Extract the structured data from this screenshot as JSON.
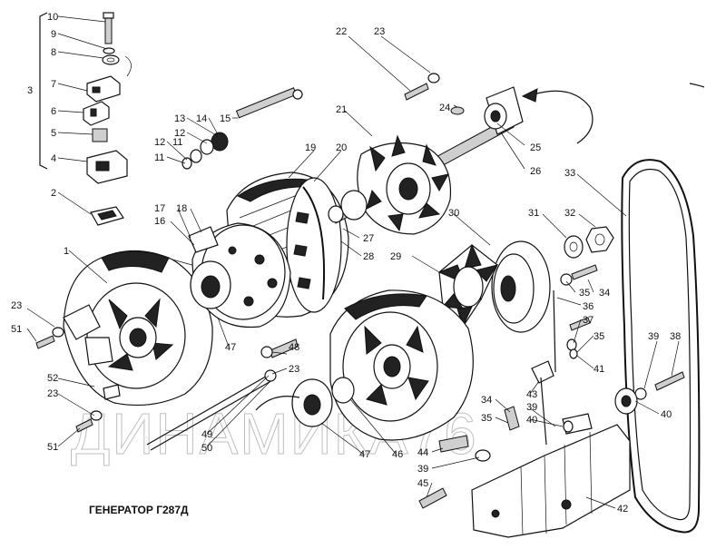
{
  "title": "ГЕНЕРАТОР Г287Д",
  "watermark": "ДИНАМИКА76",
  "callouts": [
    {
      "id": "c10",
      "text": "10"
    },
    {
      "id": "c9",
      "text": "9"
    },
    {
      "id": "c8",
      "text": "8"
    },
    {
      "id": "c3",
      "text": "3"
    },
    {
      "id": "c7",
      "text": "7"
    },
    {
      "id": "c6",
      "text": "6"
    },
    {
      "id": "c5",
      "text": "5"
    },
    {
      "id": "c4",
      "text": "4"
    },
    {
      "id": "c2",
      "text": "2"
    },
    {
      "id": "c1",
      "text": "1"
    },
    {
      "id": "c23a",
      "text": "23"
    },
    {
      "id": "c51a",
      "text": "51"
    },
    {
      "id": "c52",
      "text": "52"
    },
    {
      "id": "c23b",
      "text": "23"
    },
    {
      "id": "c51b",
      "text": "51"
    },
    {
      "id": "c13",
      "text": "13"
    },
    {
      "id": "c14",
      "text": "14"
    },
    {
      "id": "c15",
      "text": "15"
    },
    {
      "id": "c12a",
      "text": "12"
    },
    {
      "id": "c12b",
      "text": "12"
    },
    {
      "id": "c11a",
      "text": "11"
    },
    {
      "id": "c11b",
      "text": "11"
    },
    {
      "id": "c17",
      "text": "17"
    },
    {
      "id": "c18",
      "text": "18"
    },
    {
      "id": "c16",
      "text": "16"
    },
    {
      "id": "c19",
      "text": "19"
    },
    {
      "id": "c20",
      "text": "20"
    },
    {
      "id": "c21",
      "text": "21"
    },
    {
      "id": "c22",
      "text": "22"
    },
    {
      "id": "c23c",
      "text": "23"
    },
    {
      "id": "c24",
      "text": "24"
    },
    {
      "id": "c25",
      "text": "25"
    },
    {
      "id": "c26",
      "text": "26"
    },
    {
      "id": "c27",
      "text": "27"
    },
    {
      "id": "c28",
      "text": "28"
    },
    {
      "id": "c29",
      "text": "29"
    },
    {
      "id": "c30",
      "text": "30"
    },
    {
      "id": "c31",
      "text": "31"
    },
    {
      "id": "c32",
      "text": "32"
    },
    {
      "id": "c33",
      "text": "33"
    },
    {
      "id": "c35a",
      "text": "35"
    },
    {
      "id": "c34a",
      "text": "34"
    },
    {
      "id": "c36",
      "text": "36"
    },
    {
      "id": "c37",
      "text": "37"
    },
    {
      "id": "c35b",
      "text": "35"
    },
    {
      "id": "c41",
      "text": "41"
    },
    {
      "id": "c39a",
      "text": "39"
    },
    {
      "id": "c38",
      "text": "38"
    },
    {
      "id": "c40a",
      "text": "40"
    },
    {
      "id": "c47a",
      "text": "47"
    },
    {
      "id": "c48",
      "text": "48"
    },
    {
      "id": "c23d",
      "text": "23"
    },
    {
      "id": "c49",
      "text": "49"
    },
    {
      "id": "c50",
      "text": "50"
    },
    {
      "id": "c47b",
      "text": "47"
    },
    {
      "id": "c46",
      "text": "46"
    },
    {
      "id": "c34b",
      "text": "34"
    },
    {
      "id": "c35c",
      "text": "35"
    },
    {
      "id": "c43",
      "text": "43"
    },
    {
      "id": "c39b",
      "text": "39"
    },
    {
      "id": "c40b",
      "text": "40"
    },
    {
      "id": "c44",
      "text": "44"
    },
    {
      "id": "c39c",
      "text": "39"
    },
    {
      "id": "c45",
      "text": "45"
    },
    {
      "id": "c42",
      "text": "42"
    }
  ]
}
